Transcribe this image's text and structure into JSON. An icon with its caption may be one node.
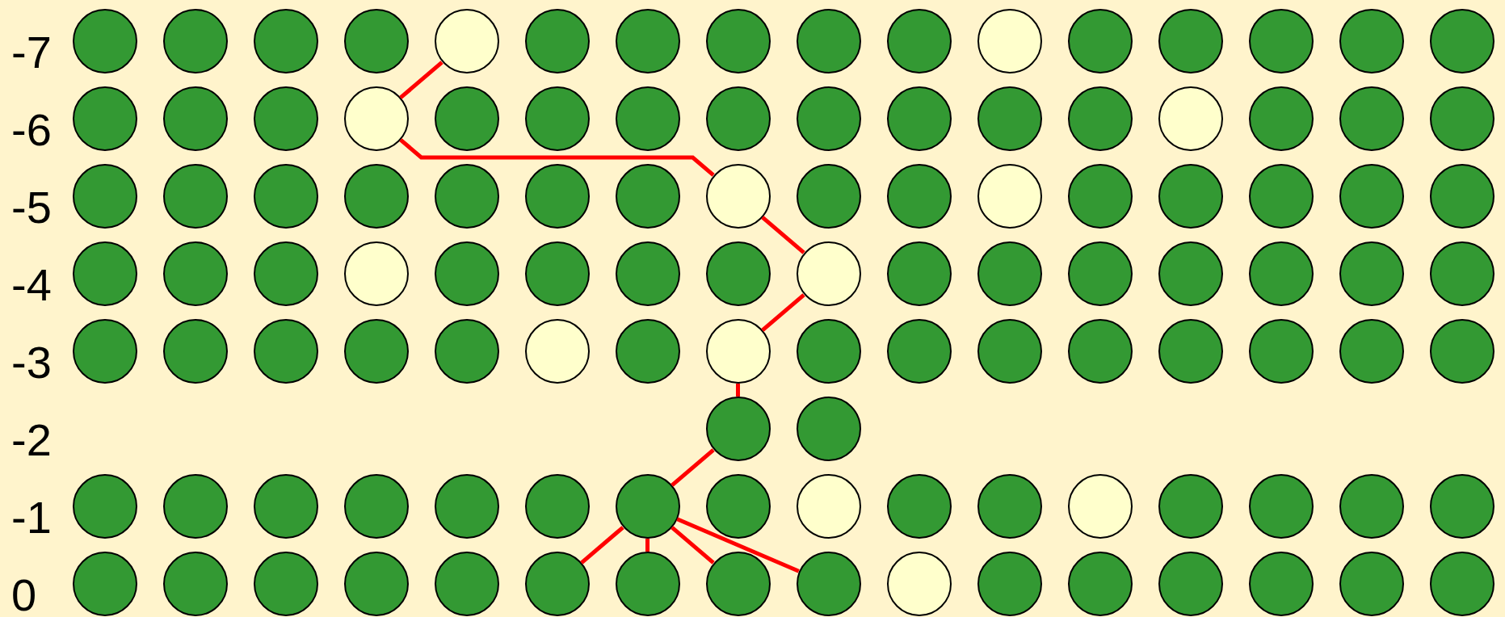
{
  "diagram": {
    "nodes": [
      {
        "text": [],
        "shape": "circle"
      },
      {
        "text": [],
        "shape": "circle"
      },
      {
        "text": [],
        "shape": "circle"
      },
      {
        "text": [],
        "shape": "circle"
      },
      {
        "text": [],
        "shape": "circle"
      },
      {
        "text": [],
        "shape": "circle"
      },
      {
        "text": [],
        "shape": "circle"
      },
      {
        "text": [],
        "shape": "circle"
      },
      {
        "text": [],
        "shape": "circle"
      },
      {
        "text": [],
        "shape": "circle"
      },
      {
        "text": [],
        "shape": "circle"
      },
      {
        "text": [],
        "shape": "circle"
      },
      {
        "text": [],
        "shape": "circle"
      },
      {
        "text": [],
        "shape": "circle"
      },
      {
        "text": [],
        "shape": "circle"
      },
      {
        "text": [],
        "shape": "circle"
      },
      {
        "text": [],
        "shape": "circle"
      },
      {
        "text": [],
        "shape": "circle"
      },
      {
        "text": [],
        "shape": "circle"
      },
      {
        "text": [],
        "shape": "circle"
      },
      {
        "text": [],
        "shape": "circle"
      },
      {
        "text": [],
        "shape": "circle"
      },
      {
        "text": [],
        "shape": "circle"
      },
      {
        "text": [],
        "shape": "circle"
      },
      {
        "text": [],
        "shape": "circle"
      },
      {
        "text": [],
        "shape": "circle"
      },
      {
        "text": [],
        "shape": "circle"
      },
      {
        "text": [],
        "shape": "circle"
      },
      {
        "text": [],
        "shape": "circle"
      },
      {
        "text": [],
        "shape": "circle"
      },
      {
        "text": [],
        "shape": "circle"
      },
      {
        "text": [],
        "shape": "circle"
      },
      {
        "text": [],
        "shape": "circle"
      },
      {
        "text": [],
        "shape": "circle"
      },
      {
        "text": [],
        "shape": "circle"
      },
      {
        "text": [],
        "shape": "circle"
      },
      {
        "text": [],
        "shape": "circle"
      },
      {
        "text": [],
        "shape": "circle"
      },
      {
        "text": [],
        "shape": "circle"
      },
      {
        "text": [],
        "shape": "circle"
      },
      {
        "text": [],
        "shape": "circle"
      },
      {
        "text": [],
        "shape": "circle"
      },
      {
        "text": [],
        "shape": "circle"
      },
      {
        "text": [],
        "shape": "circle"
      },
      {
        "text": [],
        "shape": "circle"
      },
      {
        "text": [],
        "shape": "circle"
      },
      {
        "text": [],
        "shape": "circle"
      },
      {
        "text": [],
        "shape": "circle"
      },
      {
        "text": [],
        "shape": "circle"
      },
      {
        "text": [],
        "shape": "circle"
      },
      {
        "text": [],
        "shape": "circle"
      },
      {
        "text": [],
        "shape": "circle"
      },
      {
        "text": [],
        "shape": "circle"
      },
      {
        "text": [],
        "shape": "circle"
      },
      {
        "text": [],
        "shape": "circle"
      },
      {
        "text": [],
        "shape": "circle"
      },
      {
        "text": [],
        "shape": "circle"
      },
      {
        "text": [],
        "shape": "circle"
      },
      {
        "text": [],
        "shape": "circle"
      },
      {
        "text": [],
        "shape": "circle"
      },
      {
        "text": [],
        "shape": "circle"
      },
      {
        "text": [],
        "shape": "circle"
      },
      {
        "text": [],
        "shape": "circle"
      },
      {
        "text": [],
        "shape": "circle"
      },
      {
        "text": [],
        "shape": "circle"
      },
      {
        "text": [],
        "shape": "circle"
      },
      {
        "text": [],
        "shape": "circle"
      },
      {
        "text": [],
        "shape": "circle"
      },
      {
        "text": [],
        "shape": "circle"
      },
      {
        "text": [],
        "shape": "circle"
      },
      {
        "text": [],
        "shape": "circle"
      },
      {
        "text": [],
        "shape": "circle"
      },
      {
        "text": [],
        "shape": "circle"
      },
      {
        "text": [],
        "shape": "circle"
      },
      {
        "text": [],
        "shape": "circle"
      },
      {
        "text": [],
        "shape": "circle"
      },
      {
        "text": [],
        "shape": "circle"
      },
      {
        "text": [],
        "shape": "circle"
      },
      {
        "text": [],
        "shape": "circle"
      },
      {
        "text": [],
        "shape": "circle"
      },
      {
        "text": [],
        "shape": "circle"
      },
      {
        "text": [],
        "shape": "circle"
      },
      {
        "text": [],
        "shape": "circle"
      },
      {
        "text": [],
        "shape": "circle"
      },
      {
        "text": [],
        "shape": "circle"
      },
      {
        "text": [],
        "shape": "circle"
      },
      {
        "text": [],
        "shape": "circle"
      },
      {
        "text": [],
        "shape": "circle"
      },
      {
        "text": [],
        "shape": "circle"
      },
      {
        "text": [],
        "shape": "circle"
      },
      {
        "text": [],
        "shape": "circle"
      },
      {
        "text": [],
        "shape": "circle"
      },
      {
        "text": [],
        "shape": "circle"
      },
      {
        "text": [],
        "shape": "circle"
      },
      {
        "text": [],
        "shape": "circle"
      },
      {
        "text": [],
        "shape": "circle"
      },
      {
        "text": [],
        "shape": "circle"
      },
      {
        "text": [],
        "shape": "circle"
      },
      {
        "text": [],
        "shape": "circle"
      },
      {
        "text": [],
        "shape": "circle"
      },
      {
        "text": [],
        "shape": "circle"
      },
      {
        "text": [],
        "shape": "circle"
      },
      {
        "text": [],
        "shape": "circle"
      },
      {
        "text": [],
        "shape": "circle"
      },
      {
        "text": [],
        "shape": "circle"
      },
      {
        "text": [],
        "shape": "circle"
      },
      {
        "text": [],
        "shape": "circle"
      },
      {
        "text": [],
        "shape": "circle"
      },
      {
        "text": [],
        "shape": "circle"
      },
      {
        "text": [],
        "shape": "circle"
      },
      {
        "text": [],
        "shape": "circle"
      },
      {
        "text": [],
        "shape": "circle"
      },
      {
        "text": [],
        "shape": "circle"
      },
      {
        "text": [],
        "shape": "circle"
      }
    ],
    "edges": [
      {
        "from": 103,
        "to": 88,
        "arrow": "none"
      },
      {
        "from": 104,
        "to": 88,
        "arrow": "none"
      },
      {
        "from": 105,
        "to": 88,
        "arrow": "none"
      },
      {
        "from": 106,
        "to": 88,
        "arrow": "none"
      },
      {
        "from": 88,
        "to": 80,
        "arrow": "none"
      },
      {
        "from": 80,
        "to": 71,
        "arrow": "none"
      },
      {
        "from": 71,
        "to": 56,
        "arrow": "none"
      },
      {
        "from": 56,
        "to": 39,
        "arrow": "none"
      },
      {
        "from": 39,
        "to": 19,
        "arrow": "none"
      },
      {
        "from": 19,
        "to": 4,
        "arrow": "none"
      }
    ],
    "labels": [
      "-7",
      "-6",
      "-5",
      "-4",
      "-3",
      "-2",
      "-1",
      "0"
    ]
  }
}
